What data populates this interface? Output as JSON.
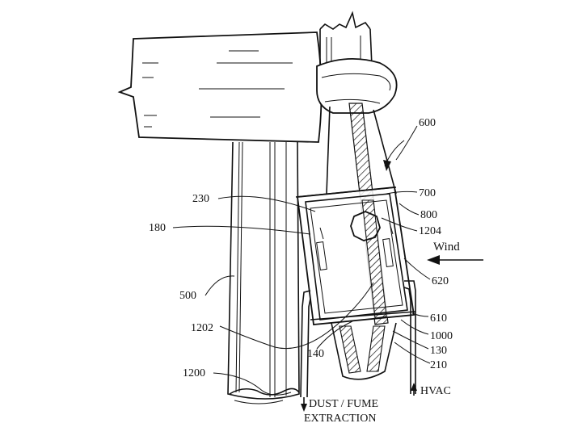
{
  "labels": {
    "l600": "600",
    "l700": "700",
    "l800": "800",
    "l1204": "1204",
    "l230": "230",
    "l180": "180",
    "wind": "Wind",
    "l620": "620",
    "l500": "500",
    "l610": "610",
    "l1000": "1000",
    "l1202": "1202",
    "l130": "130",
    "l140": "140",
    "l210": "210",
    "l1200": "1200",
    "hvac": "HVAC",
    "dust_line1": "DUST / FUME",
    "dust_line2": "EXTRACTION"
  },
  "colors": {
    "ink": "#111111",
    "paper": "#ffffff"
  },
  "icons": {
    "wind_arrow": "left-arrow",
    "hvac_arrow": "up-arrow",
    "dust_arrow": "down-arrow"
  }
}
